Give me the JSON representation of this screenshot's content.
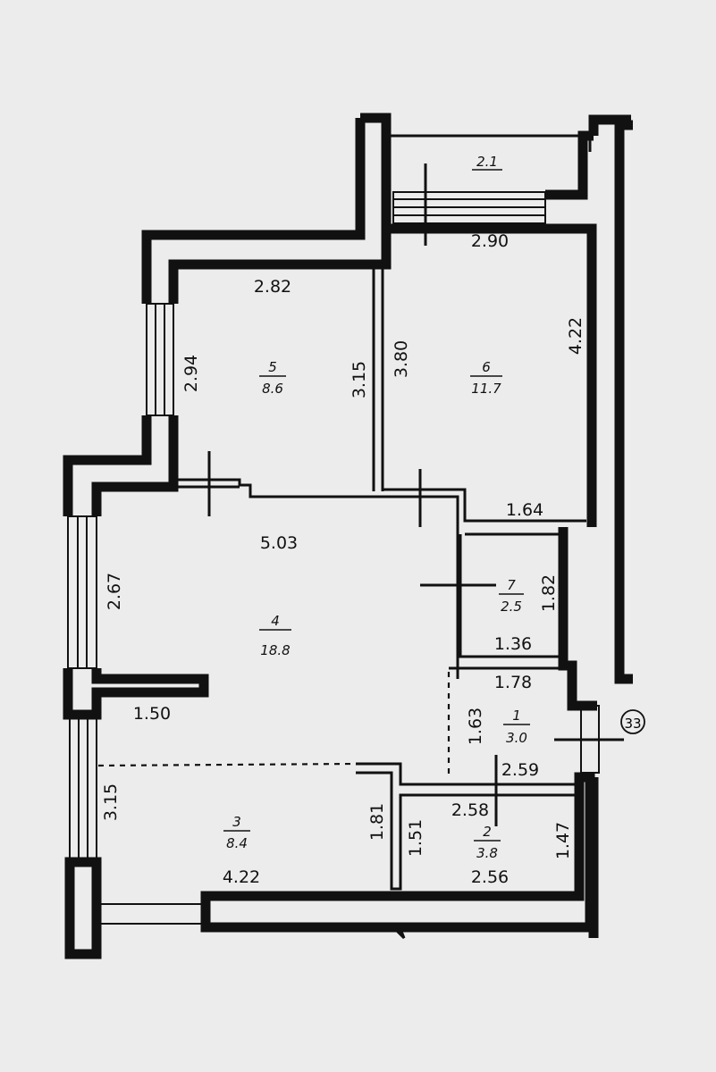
{
  "rooms": [
    {
      "id": "1",
      "area": "3.0"
    },
    {
      "id": "2",
      "area": "3.8"
    },
    {
      "id": "3",
      "area": "8.4"
    },
    {
      "id": "4",
      "area": "18.8"
    },
    {
      "id": "5",
      "area": "8.6"
    },
    {
      "id": "6",
      "area": "11.7"
    },
    {
      "id": "7",
      "area": "2.5"
    }
  ],
  "balcony": {
    "area": "2.1"
  },
  "marker": "33",
  "dimensions": {
    "r5_top": "2.82",
    "r5_left": "2.94",
    "r5_right": "3.15",
    "r6_top": "2.90",
    "r6_left": "3.80",
    "r6_right": "4.22",
    "r6_bottom": "1.64",
    "r4_top": "5.03",
    "r4_left": "2.67",
    "r4_partition": "1.50",
    "r7_right": "1.82",
    "r7_bottom": "1.36",
    "r1_top": "1.78",
    "r1_left": "1.63",
    "r1_bottom": "2.59",
    "r2_top": "2.58",
    "r2_left": "1.51",
    "r2_right": "1.47",
    "r2_bottom": "2.56",
    "r3_left": "3.15",
    "r3_right": "1.81",
    "r3_bottom": "4.22"
  }
}
